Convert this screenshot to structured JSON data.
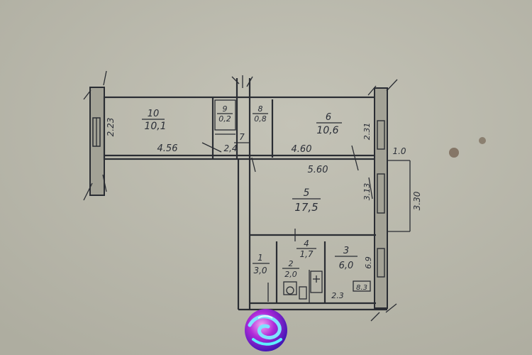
{
  "plan": {
    "rooms": [
      {
        "num": "10",
        "area": "10,1"
      },
      {
        "num": "9",
        "area": "0,2"
      },
      {
        "num": "8",
        "area": "0,8"
      },
      {
        "num": "7",
        "area": "2,4"
      },
      {
        "num": "6",
        "area": "10,6"
      },
      {
        "num": "5",
        "area": "17,5"
      },
      {
        "num": "4",
        "area": "1,7"
      },
      {
        "num": "3",
        "area": "6,0"
      },
      {
        "num": "2",
        "area": "2,0"
      },
      {
        "num": "1",
        "area": "3,0"
      }
    ],
    "dims": {
      "d_223": "2.23",
      "d_456": "4.56",
      "d_24": "2.4",
      "d_460": "4.60",
      "d_560": "5.60",
      "d_231": "2.31",
      "d_10": "1.0",
      "d_313": "3.13",
      "d_330": "3.30",
      "d_69": "6.9",
      "d_23": "2.3",
      "d_83": "8.3"
    }
  },
  "colors": {
    "paper": "#bdbcaf",
    "ink": "#2a2d33"
  },
  "badge_icon": "marbled-sphere-icon"
}
